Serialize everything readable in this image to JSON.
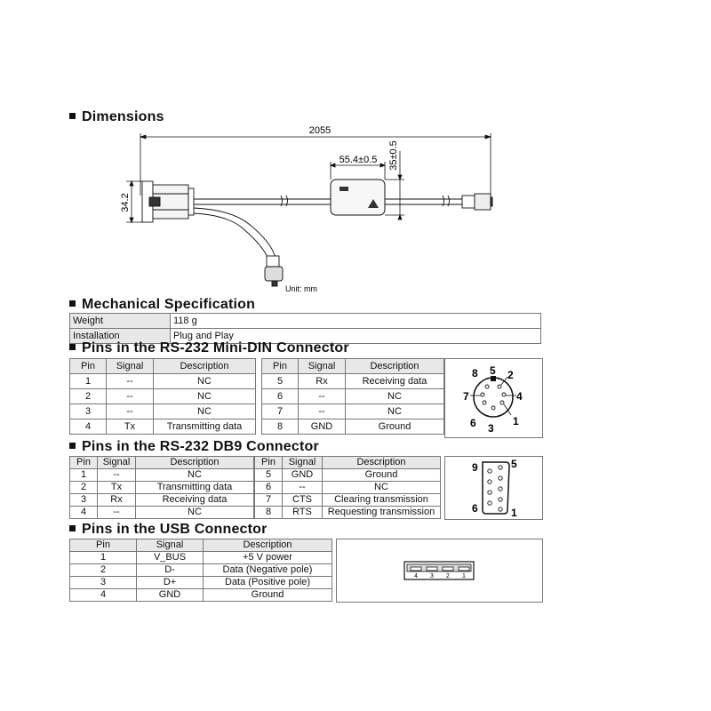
{
  "sections": {
    "dimensions": "Dimensions",
    "mechanical": "Mechanical Specification",
    "minidin": "Pins in the RS-232 Mini-DIN Connector",
    "db9": "Pins in the RS-232 DB9 Connector",
    "usb": "Pins in the USB Connector"
  },
  "drawing": {
    "total_length": "2055",
    "box_width": "55.4±0.5",
    "box_height": "35±0.5",
    "db9_height": "34.2",
    "unit": "Unit: mm"
  },
  "mechanical": [
    {
      "label": "Weight",
      "value": "118 g"
    },
    {
      "label": "Installation",
      "value": "Plug and Play"
    }
  ],
  "minidin": {
    "headers": [
      "Pin",
      "Signal",
      "Description"
    ],
    "left": [
      {
        "pin": "1",
        "signal": "--",
        "desc": "NC"
      },
      {
        "pin": "2",
        "signal": "--",
        "desc": "NC"
      },
      {
        "pin": "3",
        "signal": "--",
        "desc": "NC"
      },
      {
        "pin": "4",
        "signal": "Tx",
        "desc": "Transmitting data"
      }
    ],
    "right": [
      {
        "pin": "5",
        "signal": "Rx",
        "desc": "Receiving data"
      },
      {
        "pin": "6",
        "signal": "--",
        "desc": "NC"
      },
      {
        "pin": "7",
        "signal": "--",
        "desc": "NC"
      },
      {
        "pin": "8",
        "signal": "GND",
        "desc": "Ground"
      }
    ],
    "diagram_labels": [
      "1",
      "2",
      "3",
      "4",
      "5",
      "6",
      "7",
      "8"
    ]
  },
  "db9": {
    "headers": [
      "Pin",
      "Signal",
      "Description"
    ],
    "left": [
      {
        "pin": "1",
        "signal": "--",
        "desc": "NC"
      },
      {
        "pin": "2",
        "signal": "Tx",
        "desc": "Transmitting data"
      },
      {
        "pin": "3",
        "signal": "Rx",
        "desc": "Receiving data"
      },
      {
        "pin": "4",
        "signal": "--",
        "desc": "NC"
      }
    ],
    "right": [
      {
        "pin": "5",
        "signal": "GND",
        "desc": "Ground"
      },
      {
        "pin": "6",
        "signal": "--",
        "desc": "NC"
      },
      {
        "pin": "7",
        "signal": "CTS",
        "desc": "Clearing transmission"
      },
      {
        "pin": "8",
        "signal": "RTS",
        "desc": "Requesting transmission"
      }
    ],
    "diagram_labels": {
      "tl": "9",
      "tr": "5",
      "bl": "6",
      "br": "1"
    }
  },
  "usb": {
    "headers": [
      "Pin",
      "Signal",
      "Description"
    ],
    "rows": [
      {
        "pin": "1",
        "signal": "V_BUS",
        "desc": "+5 V power"
      },
      {
        "pin": "2",
        "signal": "D-",
        "desc": "Data (Negative pole)"
      },
      {
        "pin": "3",
        "signal": "D+",
        "desc": "Data (Positive pole)"
      },
      {
        "pin": "4",
        "signal": "GND",
        "desc": "Ground"
      }
    ],
    "diagram_labels": [
      "4",
      "3",
      "2",
      "1"
    ]
  }
}
